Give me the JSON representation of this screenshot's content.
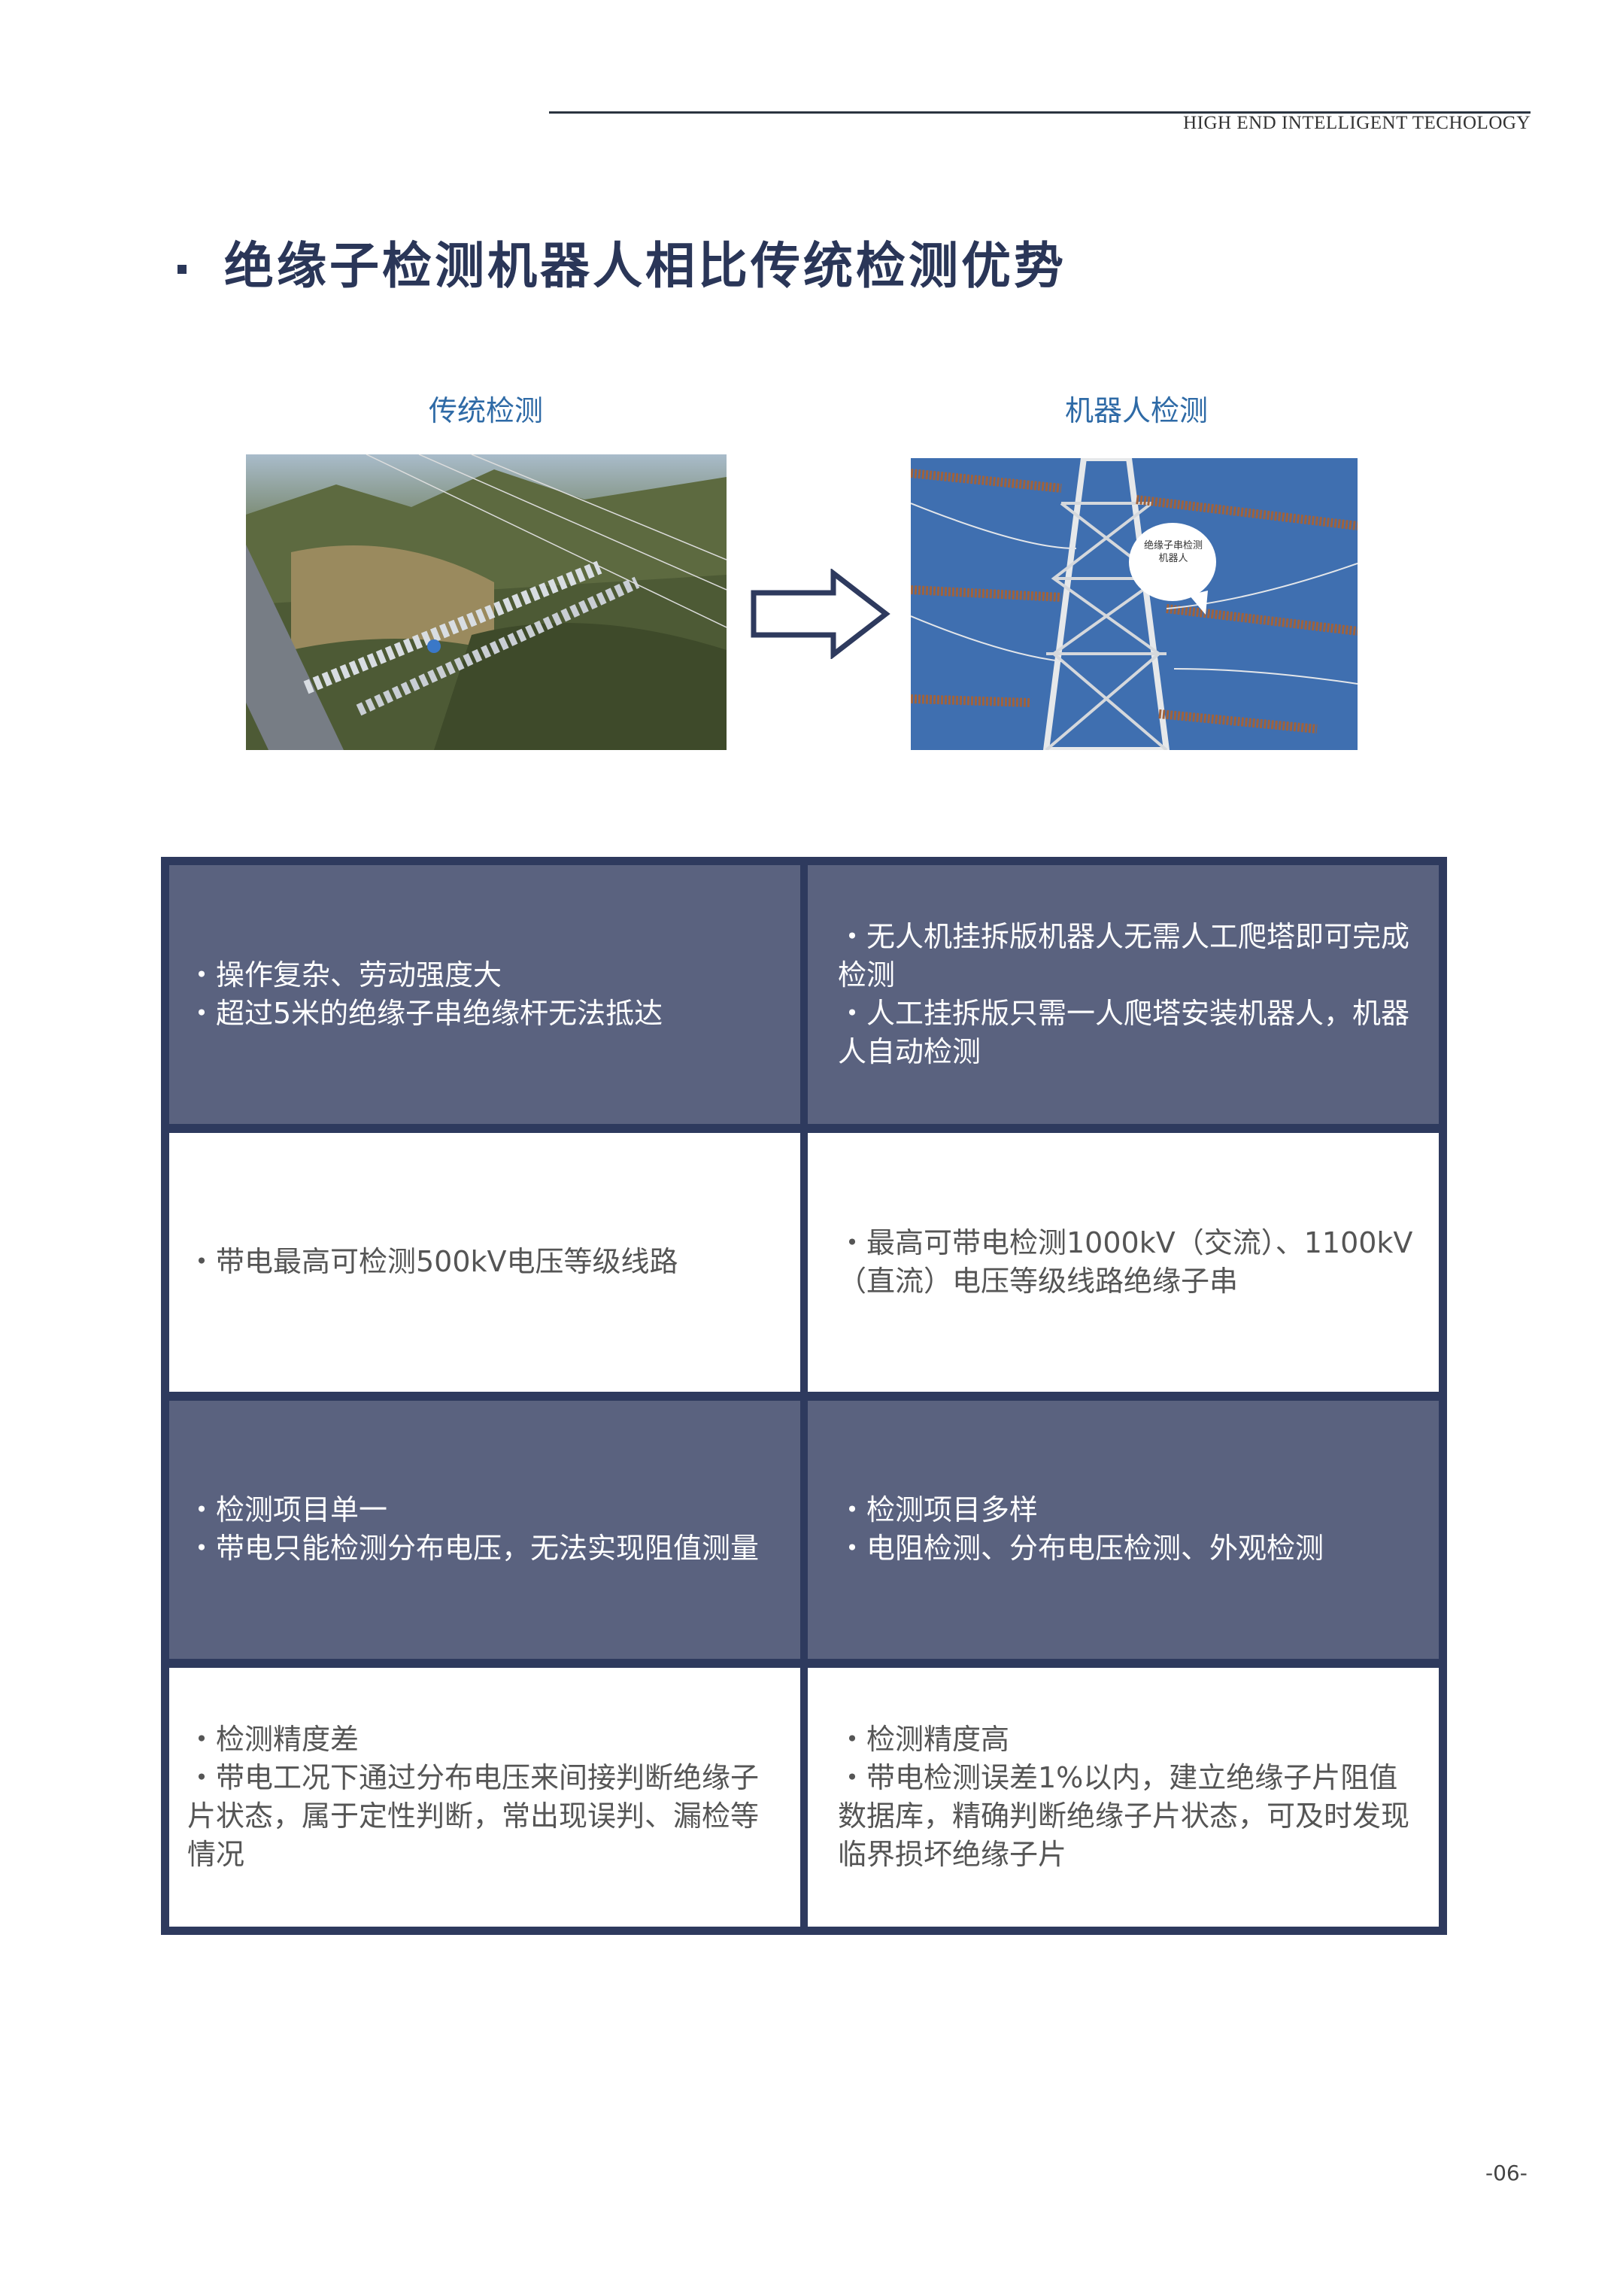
{
  "header": {
    "tagline": "HIGH END INTELLIGENT TECHOLOGY"
  },
  "title": "绝缘子检测机器人相比传统检测优势",
  "comparison": {
    "left_label": "传统检测",
    "right_label": "机器人检测",
    "robot_bubble": "绝缘子串检测机器人",
    "arrow_icon": "right-arrow-icon"
  },
  "table": {
    "rows": [
      {
        "traditional": "・操作复杂、劳动强度大\n・超过5米的绝缘子串绝缘杆无法抵达",
        "robot": "・无人机挂拆版机器人无需人工爬塔即可完成检测\n・人工挂拆版只需一人爬塔安装机器人，机器人自动检测"
      },
      {
        "traditional": "・带电最高可检测500kV电压等级线路",
        "robot": "・最高可带电检测1000kV（交流）、1100kV（直流）电压等级线路绝缘子串"
      },
      {
        "traditional": "・检测项目单一\n・带电只能检测分布电压，无法实现阻值测量",
        "robot": "・检测项目多样\n・电阻检测、分布电压检测、外观检测"
      },
      {
        "traditional": "・检测精度差\n・带电工况下通过分布电压来间接判断绝缘子片状态，属于定性判断，常出现误判、漏检等情况",
        "robot": "・检测精度高\n・带电检测误差1%以内，建立绝缘子片阻值数据库，精确判断绝缘子片状态，可及时发现临界损坏绝缘子片"
      }
    ]
  },
  "page_number": "-06-",
  "colors": {
    "navy": "#2e3a5e",
    "cell_dark": "#5a627f",
    "label_blue": "#2e6aa6"
  }
}
